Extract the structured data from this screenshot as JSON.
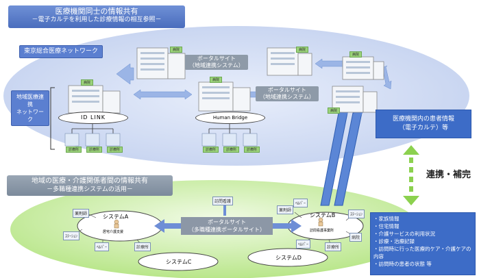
{
  "title": {
    "line1": "医療機関同士の情報共有",
    "line2": "－電子カルテを利用した診療情報の相互参照－"
  },
  "tokyo_network": "東京総合医療ネットワーク",
  "regional_network": "地域医療連携\nネットワーク",
  "portal_top": "ポータルサイト\n（地域連携システム）",
  "portal_mid": "ポータルサイト\n（地域連携システム）",
  "id_link": "ID LINK",
  "human_bridge": "Human Bridge",
  "clinic_label": "診療所",
  "hospital_tags": [
    "病院",
    "病院",
    "病院",
    "病院",
    "病院",
    "病院"
  ],
  "info_box": "医療機関内の患者情報\n（電子カルテ）等",
  "renkei": "連携・補完",
  "sub_title": {
    "line1": "地域の医療・介護関係者間の情報共有",
    "line2": "－多職種連携システムの活用－"
  },
  "portal_bottom": "ポータルサイト\n（多職種連携ポータルサイト）",
  "system_a": "システムA",
  "system_b": "システムB",
  "system_c": "システムC",
  "system_d": "システムD",
  "system_a_center": "居宅介護支援",
  "system_b_center": "訪問看護事業所",
  "sat_a": [
    "薬剤師",
    "ｽﾃｰｼｮﾝ",
    "ﾍﾙﾊﾟｰ",
    "診療所"
  ],
  "sat_b": [
    "薬剤師",
    "ﾍﾙﾊﾟｰ",
    "ｽﾃｰｼｮﾝ",
    "病院",
    "ﾍﾙﾊﾟｰ",
    "診療所"
  ],
  "top_satellite": "訪問看護",
  "info_list": [
    "家族情報",
    "住宅情報",
    "介護サービスの利用状況",
    "診療・治療記録",
    "訪問時に行った医療的ケア・介護ケアの内容",
    "訪問時の患者の状態 等"
  ],
  "colors": {
    "ellipse_top": "#cfd9f2",
    "ellipse_bottom": "#c9ec9d",
    "arrow_blue": "#5b86d6",
    "arrow_green": "#8cd14f",
    "info_fill": "#3d6cc7"
  }
}
